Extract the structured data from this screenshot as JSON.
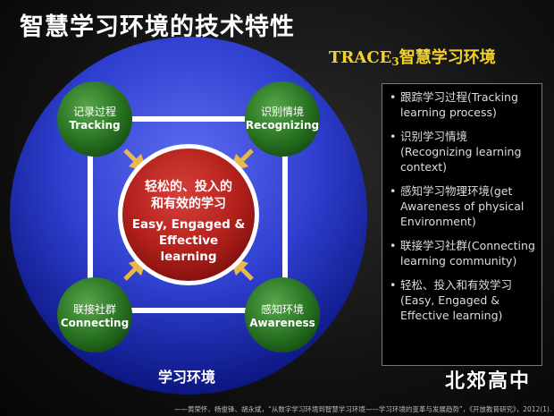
{
  "title": "智慧学习环境的技术特性",
  "subtitle": {
    "prefix": "TRACE",
    "sub": "3",
    "suffix": "智慧学习环境"
  },
  "nodes": {
    "tracking": {
      "cn": "记录过程",
      "en": "Tracking"
    },
    "recognizing": {
      "cn": "识别情境",
      "en": "Recognizing"
    },
    "connecting": {
      "cn": "联接社群",
      "en": "Connecting"
    },
    "awareness": {
      "cn": "感知环境",
      "en": "Awareness"
    }
  },
  "center": {
    "cn_line1": "轻松的、投入的",
    "cn_line2": "和有效的学习",
    "en_line1": "Easy, Engaged &",
    "en_line2": "Effective",
    "en_line3": "learning"
  },
  "environment_label": "学习环境",
  "bullets": [
    "跟踪学习过程(Tracking learning process)",
    "识别学习情境(Recognizing learning context)",
    "感知学习物理环境(get Awareness of physical Environment)",
    "联接学习社群(Connecting learning community)",
    "轻松、投入和有效学习 (Easy, Engaged & Effective learning)"
  ],
  "watermark": "北郊高中",
  "citation": "——黄荣怀、杨俊锋、胡永斌，“从数字学习环境到智慧学习环境——学习环境的变革与发展趋势”，《开放教育研究》，2012(1)."
}
